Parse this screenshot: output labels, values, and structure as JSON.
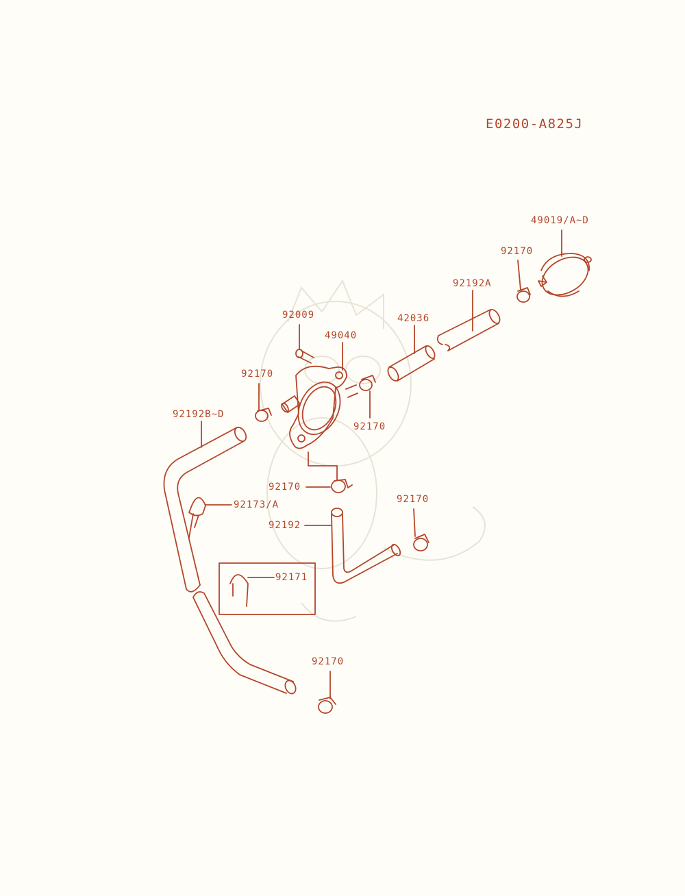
{
  "diagram_code": "E0200-A825J",
  "colors": {
    "line": "#b5452a",
    "background": "#fefdf8",
    "watermark": "#e8e3d6"
  },
  "parts": {
    "filter": "49019/A~D",
    "clamp_filter": "92170",
    "hose_a": "92192A",
    "joint": "42036",
    "bolt": "92009",
    "pump": "49040",
    "clamp_left": "92170",
    "clamp_right": "92170",
    "hose_bd": "92192B~D",
    "clamp_bottom_pump": "92170",
    "clip_a": "92173/A",
    "hose": "92192",
    "clamp_hose_end": "92170",
    "clip": "92171",
    "clamp_lower": "92170"
  }
}
